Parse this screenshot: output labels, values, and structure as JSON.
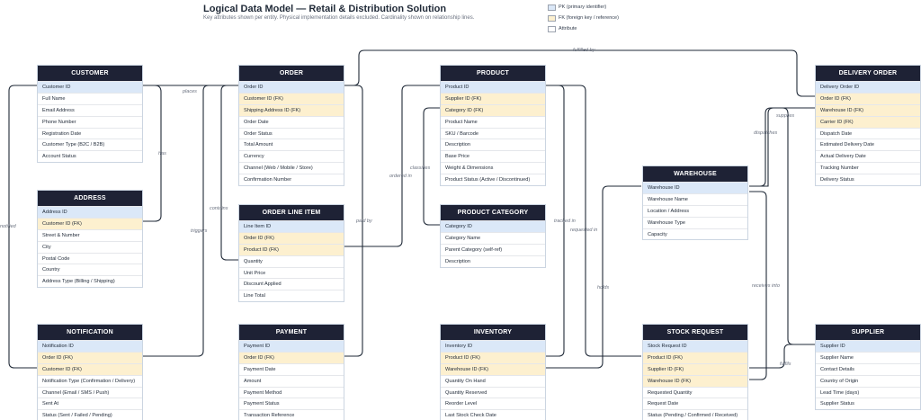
{
  "title": "Logical Data Model — Retail & Distribution Solution",
  "subtitle": "Key attributes shown per entity. Physical implementation details excluded. Cardinality shown on relationship lines.",
  "legend": [
    {
      "label": "PK (primary identifier)",
      "color": "#dbe8f8"
    },
    {
      "label": "FK (foreign key / reference)",
      "color": "#fdf0cf"
    },
    {
      "label": "Attribute",
      "color": "#ffffff"
    }
  ],
  "colors": {
    "header": "#1e2235",
    "pk": "#dbe8f8",
    "fk": "#fdf0cf",
    "line": "#1f2937"
  },
  "entities": [
    {
      "id": "customer",
      "name": "CUSTOMER",
      "attributes": [
        {
          "label": "Customer ID",
          "kind": "pk"
        },
        {
          "label": "Full Name",
          "kind": "attr"
        },
        {
          "label": "Email Address",
          "kind": "attr"
        },
        {
          "label": "Phone Number",
          "kind": "attr"
        },
        {
          "label": "Registration Date",
          "kind": "attr"
        },
        {
          "label": "Customer Type (B2C / B2B)",
          "kind": "attr"
        },
        {
          "label": "Account Status",
          "kind": "attr"
        }
      ]
    },
    {
      "id": "order",
      "name": "ORDER",
      "attributes": [
        {
          "label": "Order ID",
          "kind": "pk"
        },
        {
          "label": "Customer ID (FK)",
          "kind": "fk"
        },
        {
          "label": "Shipping Address ID (FK)",
          "kind": "fk"
        },
        {
          "label": "Order Date",
          "kind": "attr"
        },
        {
          "label": "Order Status",
          "kind": "attr"
        },
        {
          "label": "Total Amount",
          "kind": "attr"
        },
        {
          "label": "Currency",
          "kind": "attr"
        },
        {
          "label": "Channel (Web / Mobile / Store)",
          "kind": "attr"
        },
        {
          "label": "Confirmation Number",
          "kind": "attr"
        }
      ]
    },
    {
      "id": "product",
      "name": "PRODUCT",
      "attributes": [
        {
          "label": "Product ID",
          "kind": "pk"
        },
        {
          "label": "Supplier ID (FK)",
          "kind": "fk"
        },
        {
          "label": "Category ID (FK)",
          "kind": "fk"
        },
        {
          "label": "Product Name",
          "kind": "attr"
        },
        {
          "label": "SKU / Barcode",
          "kind": "attr"
        },
        {
          "label": "Description",
          "kind": "attr"
        },
        {
          "label": "Base Price",
          "kind": "attr"
        },
        {
          "label": "Weight & Dimensions",
          "kind": "attr"
        },
        {
          "label": "Product Status (Active / Discontinued)",
          "kind": "attr"
        }
      ]
    },
    {
      "id": "delivery-order",
      "name": "DELIVERY ORDER",
      "attributes": [
        {
          "label": "Delivery Order ID",
          "kind": "pk"
        },
        {
          "label": "Order ID (FK)",
          "kind": "fk"
        },
        {
          "label": "Warehouse ID (FK)",
          "kind": "fk"
        },
        {
          "label": "Carrier ID (FK)",
          "kind": "fk"
        },
        {
          "label": "Dispatch Date",
          "kind": "attr"
        },
        {
          "label": "Estimated Delivery Date",
          "kind": "attr"
        },
        {
          "label": "Actual Delivery Date",
          "kind": "attr"
        },
        {
          "label": "Tracking Number",
          "kind": "attr"
        },
        {
          "label": "Delivery Status",
          "kind": "attr"
        }
      ]
    },
    {
      "id": "address",
      "name": "ADDRESS",
      "attributes": [
        {
          "label": "Address ID",
          "kind": "pk"
        },
        {
          "label": "Customer ID (FK)",
          "kind": "fk"
        },
        {
          "label": "Street & Number",
          "kind": "attr"
        },
        {
          "label": "City",
          "kind": "attr"
        },
        {
          "label": "Postal Code",
          "kind": "attr"
        },
        {
          "label": "Country",
          "kind": "attr"
        },
        {
          "label": "Address Type (Billing / Shipping)",
          "kind": "attr"
        }
      ]
    },
    {
      "id": "order-line-item",
      "name": "ORDER LINE ITEM",
      "attributes": [
        {
          "label": "Line Item ID",
          "kind": "pk"
        },
        {
          "label": "Order ID (FK)",
          "kind": "fk"
        },
        {
          "label": "Product ID (FK)",
          "kind": "fk"
        },
        {
          "label": "Quantity",
          "kind": "attr"
        },
        {
          "label": "Unit Price",
          "kind": "attr"
        },
        {
          "label": "Discount Applied",
          "kind": "attr"
        },
        {
          "label": "Line Total",
          "kind": "attr"
        }
      ]
    },
    {
      "id": "product-category",
      "name": "PRODUCT CATEGORY",
      "attributes": [
        {
          "label": "Category ID",
          "kind": "pk"
        },
        {
          "label": "Category Name",
          "kind": "attr"
        },
        {
          "label": "Parent Category (self-ref)",
          "kind": "attr"
        },
        {
          "label": "Description",
          "kind": "attr"
        }
      ]
    },
    {
      "id": "warehouse",
      "name": "WAREHOUSE",
      "attributes": [
        {
          "label": "Warehouse ID",
          "kind": "pk"
        },
        {
          "label": "Warehouse Name",
          "kind": "attr"
        },
        {
          "label": "Location / Address",
          "kind": "attr"
        },
        {
          "label": "Warehouse Type",
          "kind": "attr"
        },
        {
          "label": "Capacity",
          "kind": "attr"
        }
      ]
    },
    {
      "id": "notification",
      "name": "NOTIFICATION",
      "attributes": [
        {
          "label": "Notification ID",
          "kind": "pk"
        },
        {
          "label": "Order ID (FK)",
          "kind": "fk"
        },
        {
          "label": "Customer ID (FK)",
          "kind": "fk"
        },
        {
          "label": "Notification Type (Confirmation / Delivery)",
          "kind": "attr"
        },
        {
          "label": "Channel (Email / SMS / Push)",
          "kind": "attr"
        },
        {
          "label": "Sent At",
          "kind": "attr"
        },
        {
          "label": "Status (Sent / Failed / Pending)",
          "kind": "attr"
        }
      ]
    },
    {
      "id": "payment",
      "name": "PAYMENT",
      "attributes": [
        {
          "label": "Payment ID",
          "kind": "pk"
        },
        {
          "label": "Order ID (FK)",
          "kind": "fk"
        },
        {
          "label": "Payment Date",
          "kind": "attr"
        },
        {
          "label": "Amount",
          "kind": "attr"
        },
        {
          "label": "Payment Method",
          "kind": "attr"
        },
        {
          "label": "Payment Status",
          "kind": "attr"
        },
        {
          "label": "Transaction Reference",
          "kind": "attr"
        }
      ]
    },
    {
      "id": "inventory",
      "name": "INVENTORY",
      "attributes": [
        {
          "label": "Inventory ID",
          "kind": "pk"
        },
        {
          "label": "Product ID (FK)",
          "kind": "fk"
        },
        {
          "label": "Warehouse ID (FK)",
          "kind": "fk"
        },
        {
          "label": "Quantity On Hand",
          "kind": "attr"
        },
        {
          "label": "Quantity Reserved",
          "kind": "attr"
        },
        {
          "label": "Reorder Level",
          "kind": "attr"
        },
        {
          "label": "Last Stock Check Date",
          "kind": "attr"
        }
      ]
    },
    {
      "id": "stock-request",
      "name": "STOCK REQUEST",
      "attributes": [
        {
          "label": "Stock Request ID",
          "kind": "pk"
        },
        {
          "label": "Product ID (FK)",
          "kind": "fk"
        },
        {
          "label": "Supplier ID (FK)",
          "kind": "fk"
        },
        {
          "label": "Warehouse ID (FK)",
          "kind": "fk"
        },
        {
          "label": "Requested Quantity",
          "kind": "attr"
        },
        {
          "label": "Request Date",
          "kind": "attr"
        },
        {
          "label": "Status (Pending / Confirmed / Received)",
          "kind": "attr"
        }
      ]
    },
    {
      "id": "supplier",
      "name": "SUPPLIER",
      "attributes": [
        {
          "label": "Supplier ID",
          "kind": "pk"
        },
        {
          "label": "Supplier Name",
          "kind": "attr"
        },
        {
          "label": "Contact Details",
          "kind": "attr"
        },
        {
          "label": "Country of Origin",
          "kind": "attr"
        },
        {
          "label": "Lead Time (days)",
          "kind": "attr"
        },
        {
          "label": "Supplier Status",
          "kind": "attr"
        }
      ]
    }
  ],
  "relationships": [
    {
      "label": "places",
      "from": "customer",
      "to": "order"
    },
    {
      "label": "has",
      "from": "customer",
      "to": "address"
    },
    {
      "label": "notified",
      "from": "customer",
      "to": "notification"
    },
    {
      "label": "contains",
      "from": "order",
      "to": "order-line-item"
    },
    {
      "label": "triggers",
      "from": "order",
      "to": "notification"
    },
    {
      "label": "paid by",
      "from": "order",
      "to": "payment"
    },
    {
      "label": "fulfilled by",
      "from": "order",
      "to": "delivery-order"
    },
    {
      "label": "ordered in",
      "from": "product",
      "to": "order-line-item"
    },
    {
      "label": "classifies",
      "from": "product-category",
      "to": "product"
    },
    {
      "label": "tracked in",
      "from": "product",
      "to": "inventory"
    },
    {
      "label": "requested in",
      "from": "product",
      "to": "stock-request"
    },
    {
      "label": "supplies",
      "from": "supplier",
      "to": "delivery-order"
    },
    {
      "label": "dispatches",
      "from": "warehouse",
      "to": "delivery-order"
    },
    {
      "label": "holds",
      "from": "warehouse",
      "to": "inventory"
    },
    {
      "label": "receives into",
      "from": "warehouse",
      "to": "stock-request"
    },
    {
      "label": "fulfils",
      "from": "supplier",
      "to": "stock-request"
    }
  ]
}
